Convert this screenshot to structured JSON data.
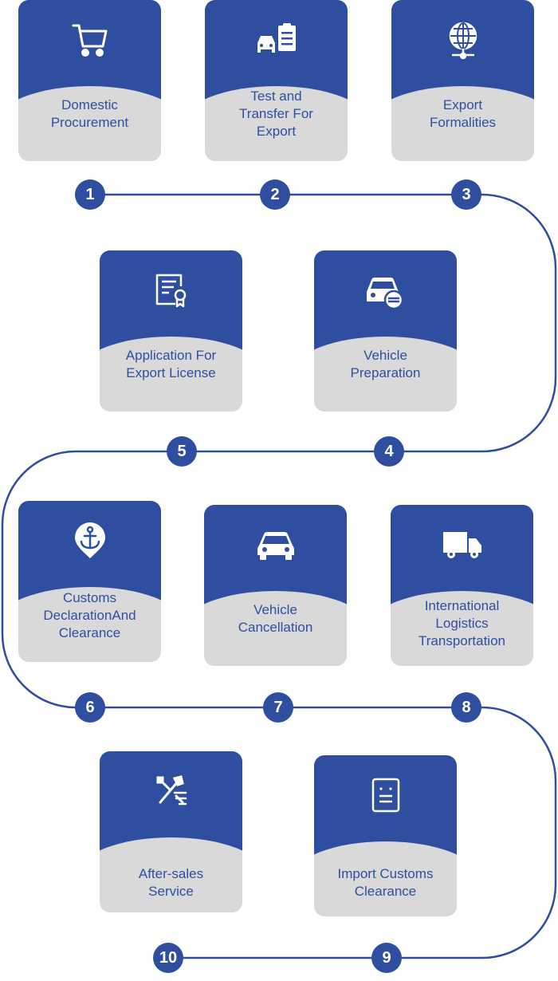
{
  "steps": [
    {
      "number": "1",
      "label": "Domestic\nProcurement",
      "icon": "shopping-cart-icon"
    },
    {
      "number": "2",
      "label": "Test and\nTransfer For\nExport",
      "icon": "car-checklist-icon"
    },
    {
      "number": "3",
      "label": "Export\nFormalities",
      "icon": "globe-network-icon"
    },
    {
      "number": "4",
      "label": "Vehicle\nPreparation",
      "icon": "car-settings-icon"
    },
    {
      "number": "5",
      "label": "Application For\nExport License",
      "icon": "certificate-icon"
    },
    {
      "number": "6",
      "label": "Customs\nDeclarationAnd\nClearance",
      "icon": "anchor-pin-icon"
    },
    {
      "number": "7",
      "label": "Vehicle\nCancellation",
      "icon": "car-icon"
    },
    {
      "number": "8",
      "label": "International\nLogistics\nTransportation",
      "icon": "truck-icon"
    },
    {
      "number": "9",
      "label": "Import Customs\nClearance",
      "icon": "document-icon"
    },
    {
      "number": "10",
      "label": "After-sales\nService",
      "icon": "tools-icon"
    }
  ],
  "colors": {
    "primary": "#2f4ea0",
    "card_bottom": "#d9d9d9",
    "path": "#2f4ea0"
  }
}
